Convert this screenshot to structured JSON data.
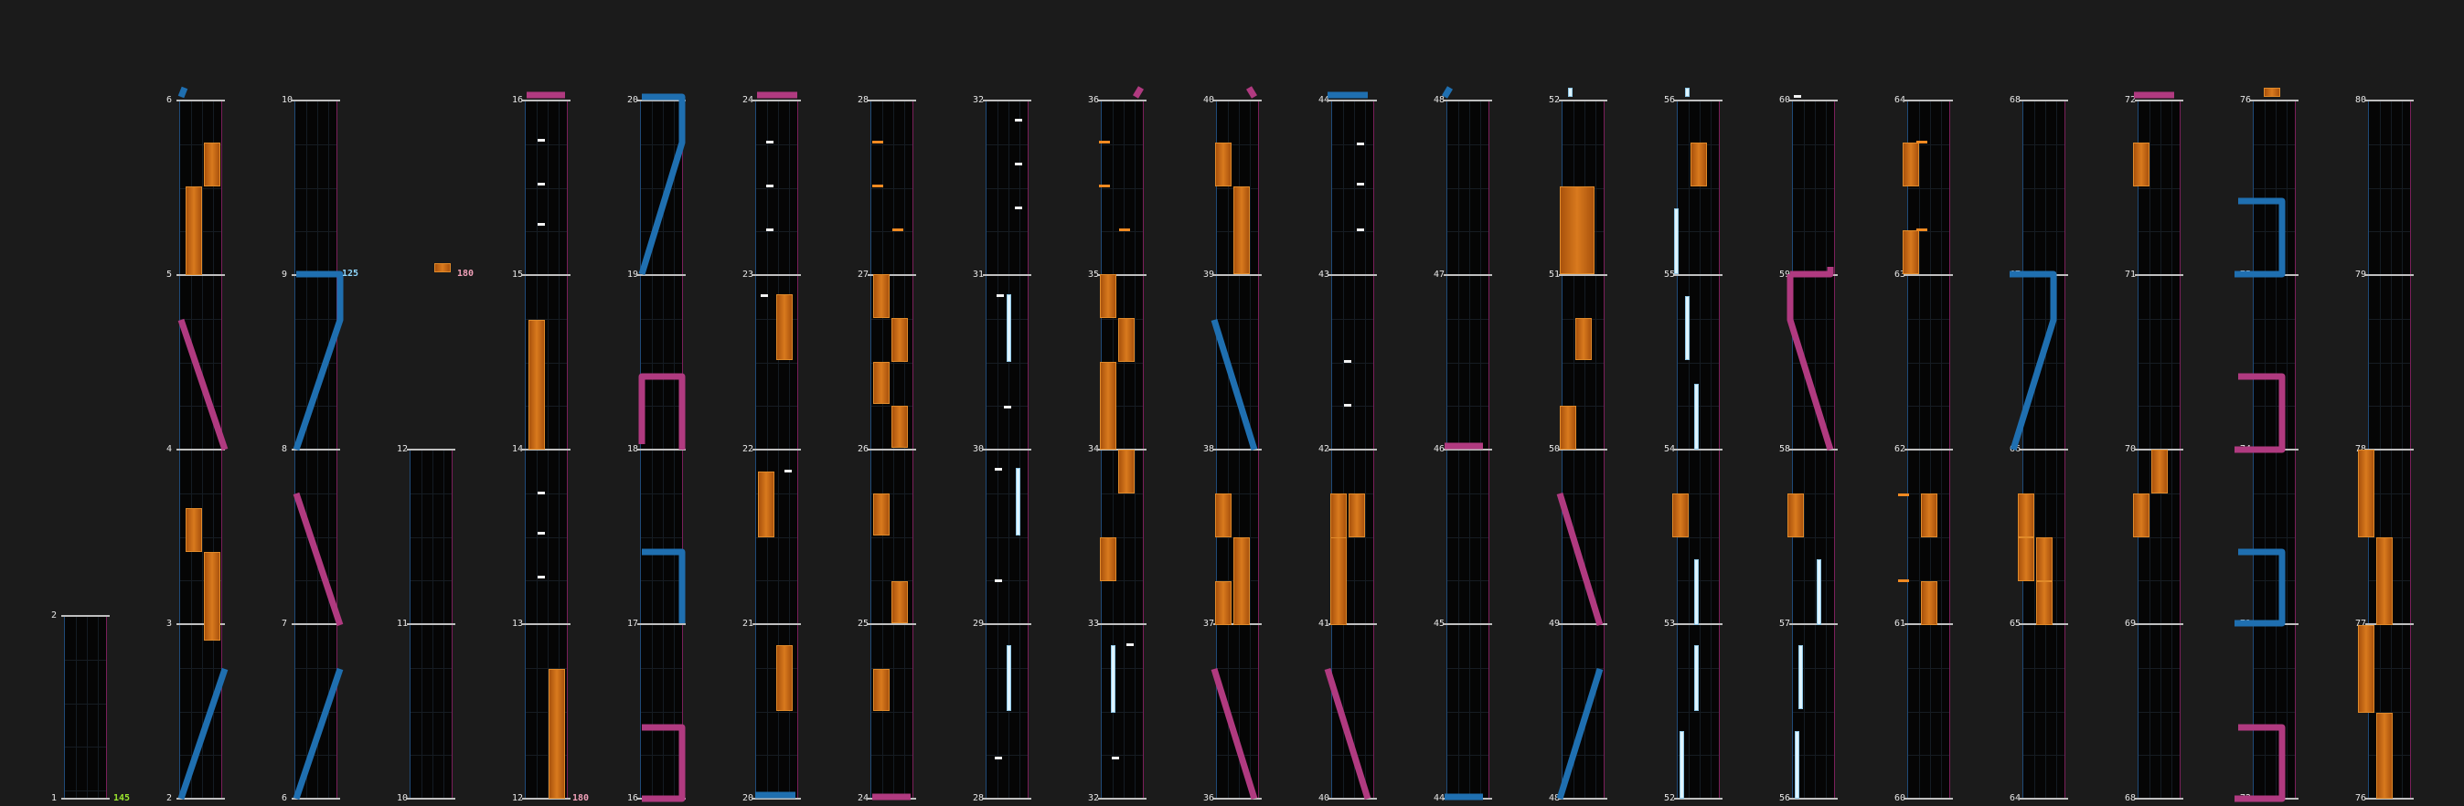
{
  "colors": {
    "background": "#1b1b1b",
    "lane_bg": "#050505",
    "laser_left": "#1f6fb0",
    "laser_right": "#b03a80",
    "fx_hold": "#d97a1e",
    "bt_chip": "#f2f2f2",
    "bt_hold": "#dff4ff",
    "bpm_text": "#f0a0b8",
    "bpm_text_start": "#9be62e",
    "bpm_text_change": "#8fd8ff"
  },
  "chart_view": {
    "total_measures": 80,
    "measures_per_column": 4,
    "bpm_markers": [
      {
        "measure": "1",
        "bpm": "145"
      },
      {
        "measure": "9",
        "bpm": "125"
      },
      {
        "measure": "12",
        "bpm": "180"
      },
      {
        "measure": "12",
        "bpm": "180"
      }
    ]
  }
}
